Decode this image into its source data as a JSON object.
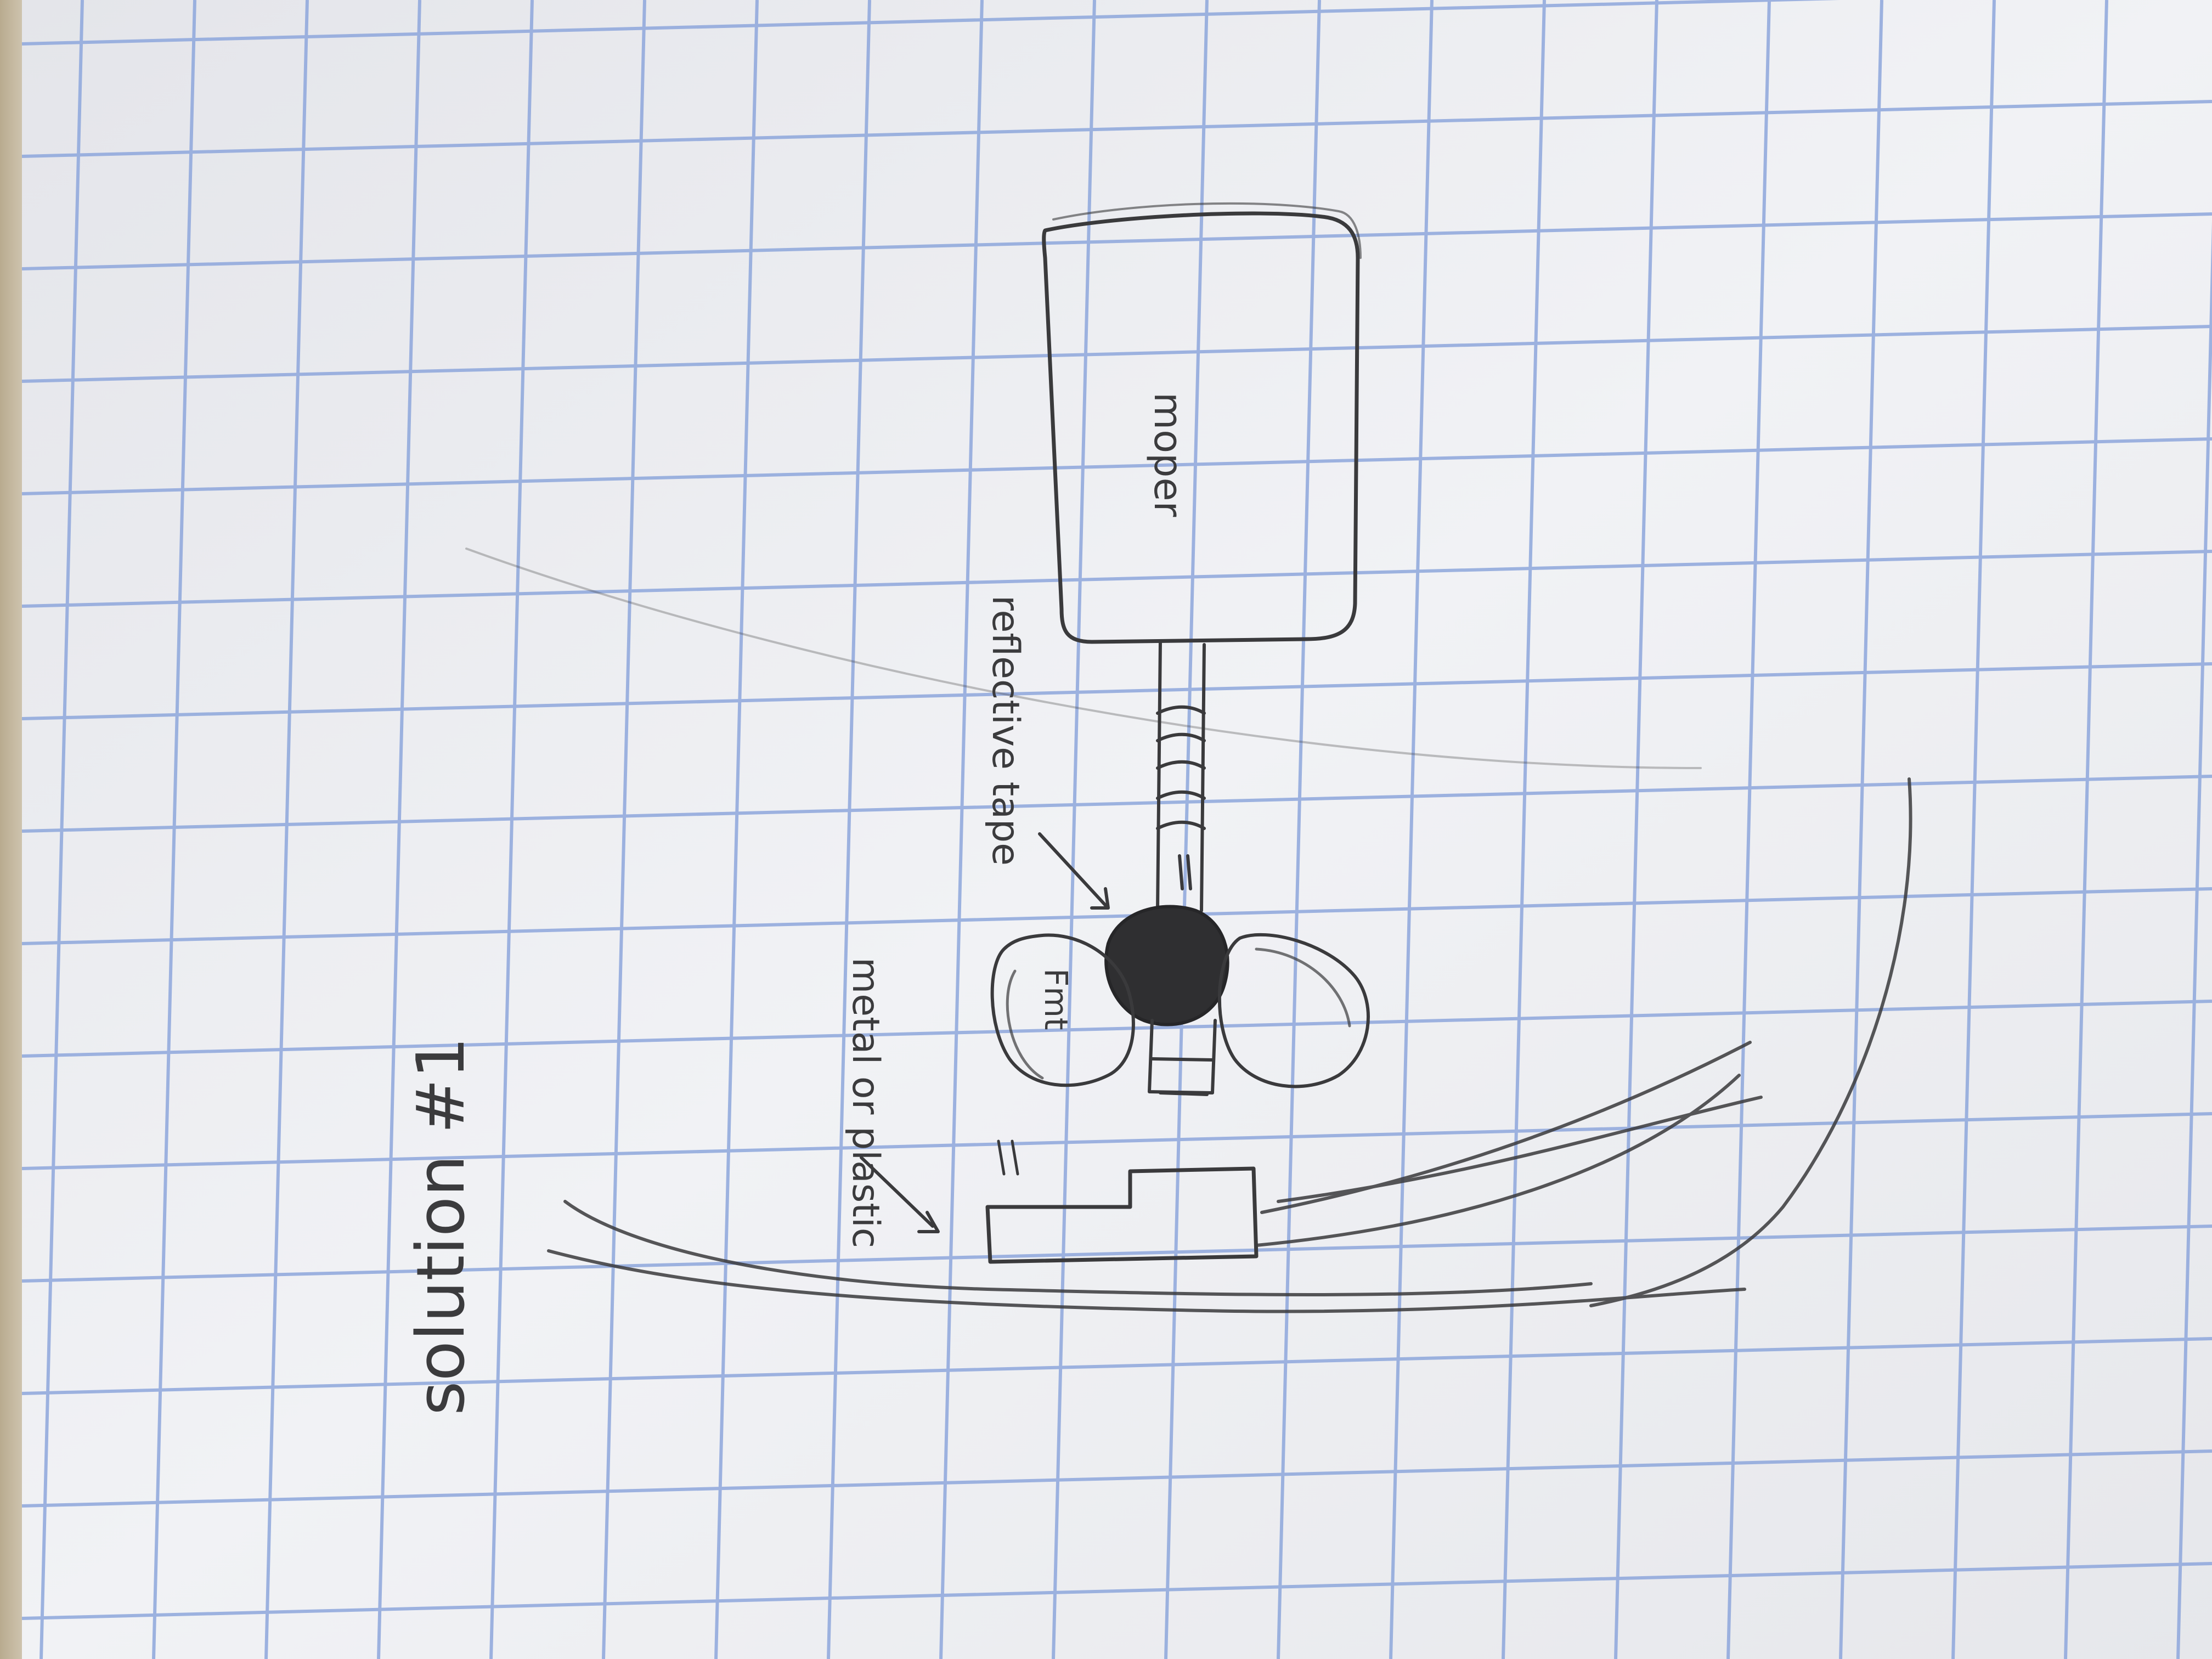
{
  "sketch": {
    "title": "solution #1",
    "labels": {
      "box": "moper",
      "wheel": "Fmt",
      "tape": "reflective tape",
      "plate": "metal or plastic"
    }
  },
  "colors": {
    "paper": "#eeeff2",
    "grid": "#8ea7dc",
    "pencil": "#3a3a3c",
    "shadow": "#c7c3b9"
  }
}
